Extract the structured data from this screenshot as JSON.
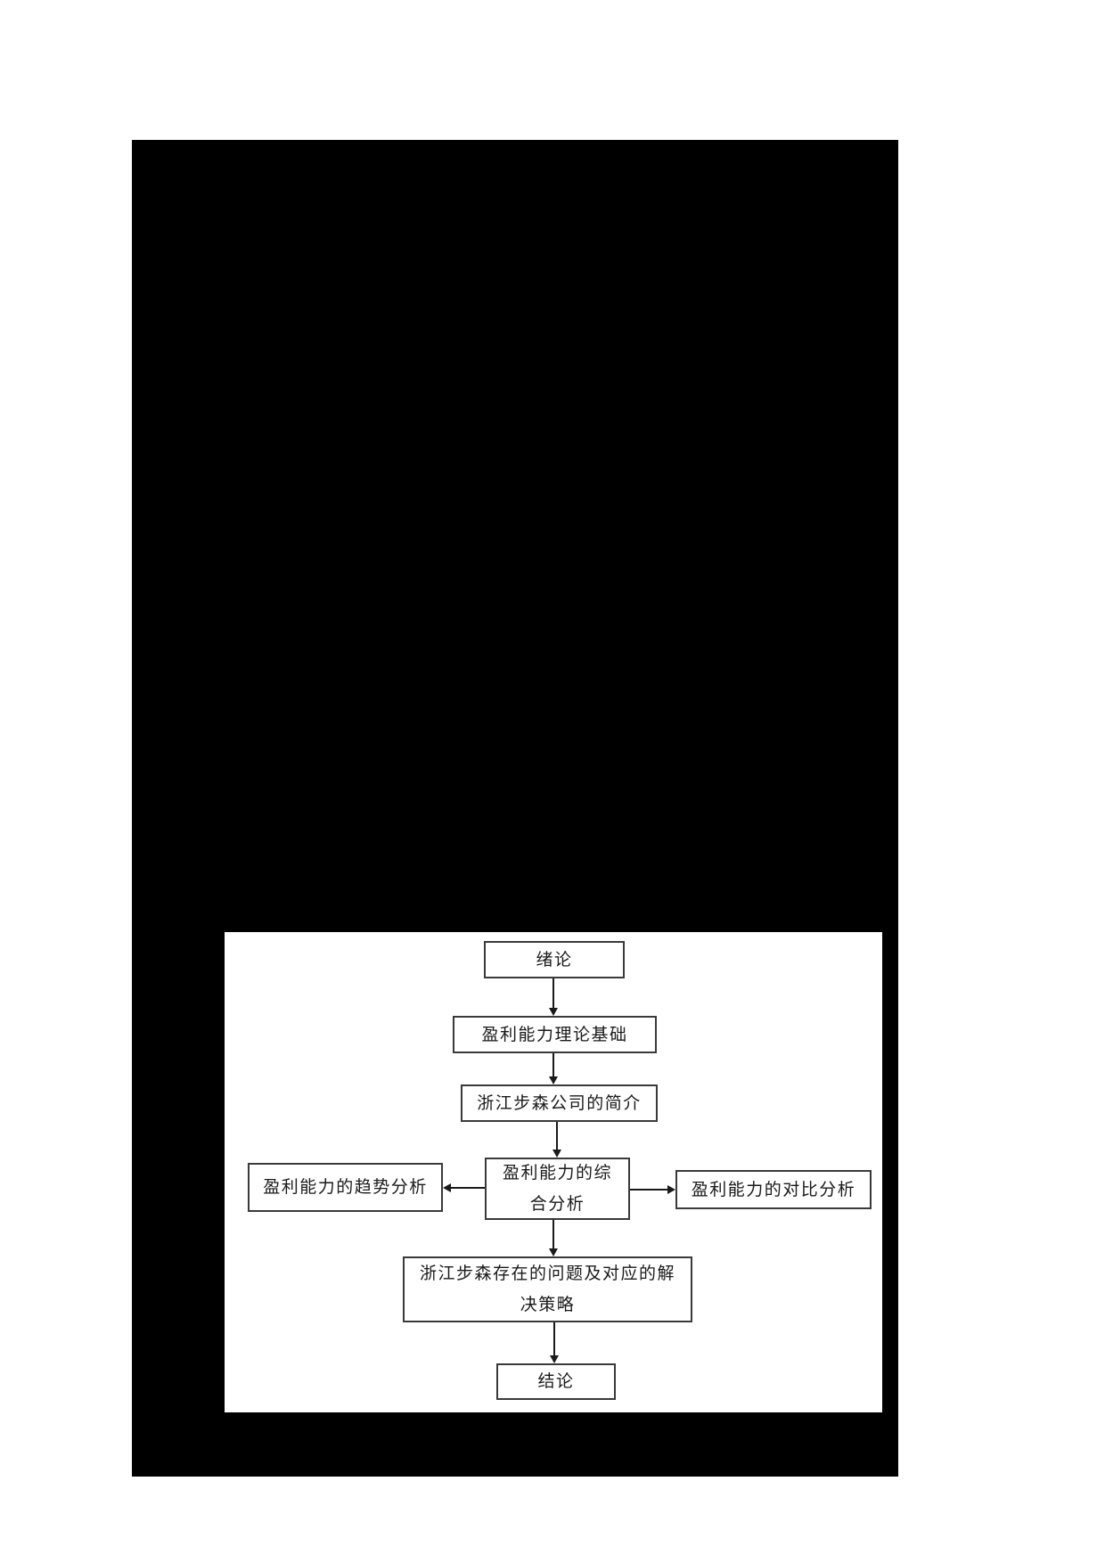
{
  "figure": {
    "background_color": "#000000",
    "panel_background_color": "#ffffff",
    "box_border_color": "#3a3a3a",
    "arrow_color": "#1a1a1a",
    "text_color": "#1a1a1a"
  },
  "flowchart": {
    "nodes": {
      "introduction": {
        "label": "绪论"
      },
      "theory": {
        "label": "盈利能力理论基础"
      },
      "company": {
        "label": "浙江步森公司的简介"
      },
      "comprehensive": {
        "line1": "盈利能力的综",
        "line2": "合分析"
      },
      "trend": {
        "label": "盈利能力的趋势分析"
      },
      "comparison": {
        "label": "盈利能力的对比分析"
      },
      "problems": {
        "line1": "浙江步森存在的问题及对应的解",
        "line2": "决策略"
      },
      "conclusion": {
        "label": "结论"
      }
    },
    "edges": [
      {
        "from": "introduction",
        "to": "theory",
        "direction": "down"
      },
      {
        "from": "theory",
        "to": "company",
        "direction": "down"
      },
      {
        "from": "company",
        "to": "comprehensive",
        "direction": "down"
      },
      {
        "from": "comprehensive",
        "to": "trend",
        "direction": "left"
      },
      {
        "from": "comprehensive",
        "to": "comparison",
        "direction": "right"
      },
      {
        "from": "comprehensive",
        "to": "problems",
        "direction": "down"
      },
      {
        "from": "problems",
        "to": "conclusion",
        "direction": "down"
      }
    ]
  }
}
